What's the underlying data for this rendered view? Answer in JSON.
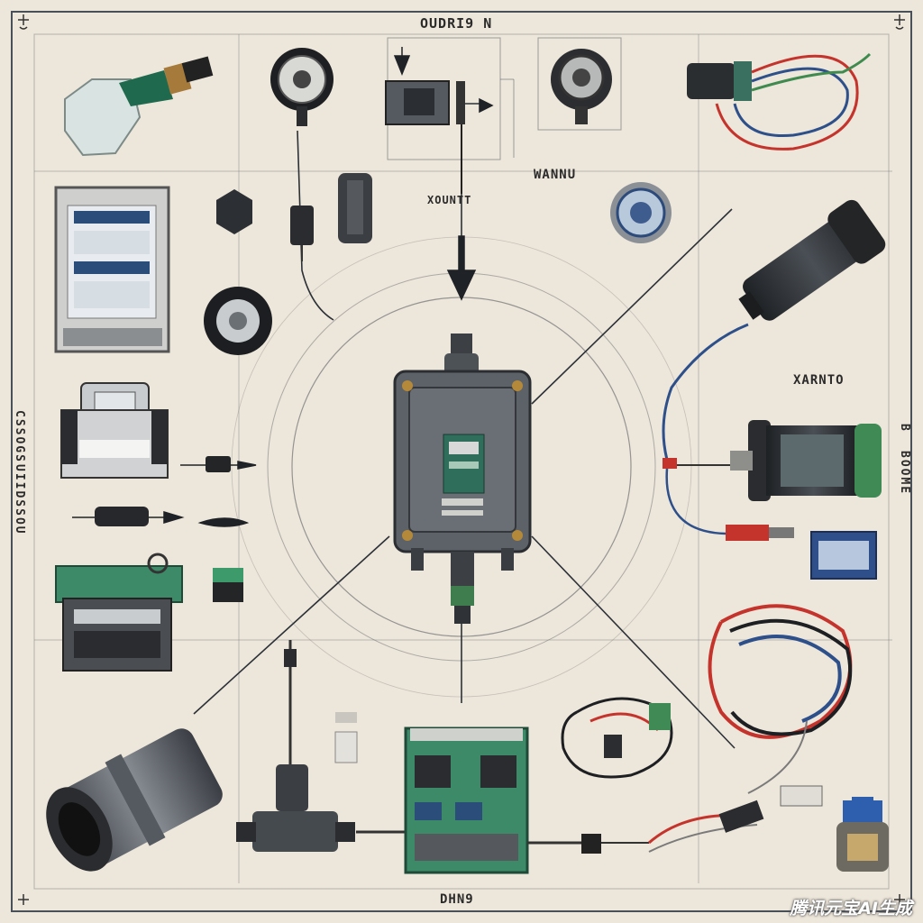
{
  "labels": {
    "top": "OUDRI9 N",
    "upper_mid": "WANNU",
    "upper_center": "XOUNTT",
    "right_mid": "XARNTO",
    "bottom": "DHN9",
    "left_vertical_top": "CSSOGS",
    "left_vertical_bottom": "UIIDSSOU",
    "right_vertical_top": "B",
    "right_vertical_bottom": "BOOME"
  },
  "watermark": "腾讯元宝AI生成",
  "colors": {
    "background": "#ede6da",
    "line": "#2c3138",
    "module": "#5d6268",
    "pcb": "#3d8a68",
    "wire_red": "#c4342c",
    "wire_blue": "#2d4f8a"
  }
}
